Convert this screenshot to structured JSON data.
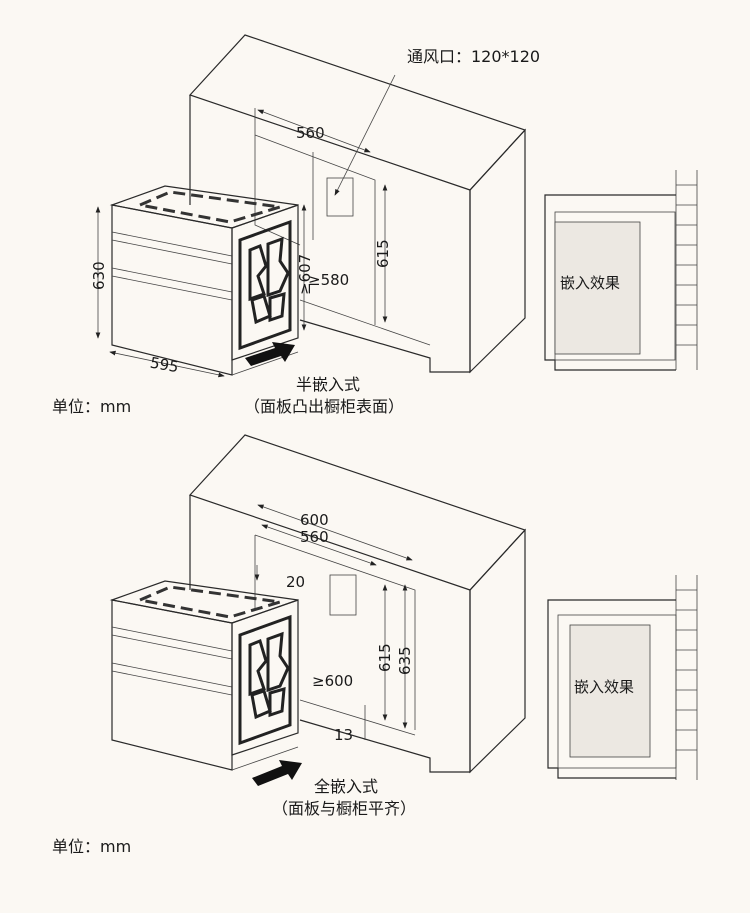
{
  "top": {
    "vent_label": "通风口：120*120",
    "dim_width": "560",
    "dim_height_cabinet": "615",
    "dim_drawer_height": "≥607",
    "dim_depth": "≥580",
    "dim_unit_height": "630",
    "dim_unit_width": "595",
    "mode_title": "半嵌入式",
    "mode_note": "（面板凸出橱柜表面）",
    "unit": "单位：mm",
    "effect_label": "嵌入效果"
  },
  "bottom": {
    "dim_outer_width": "600",
    "dim_width": "560",
    "dim_gap": "20",
    "dim_height_inner": "615",
    "dim_height_outer": "635",
    "dim_depth": "≥600",
    "dim_bottom": "13",
    "mode_title": "全嵌入式",
    "mode_note": "（面板与橱柜平齐）",
    "unit": "单位：mm",
    "effect_label": "嵌入效果"
  }
}
